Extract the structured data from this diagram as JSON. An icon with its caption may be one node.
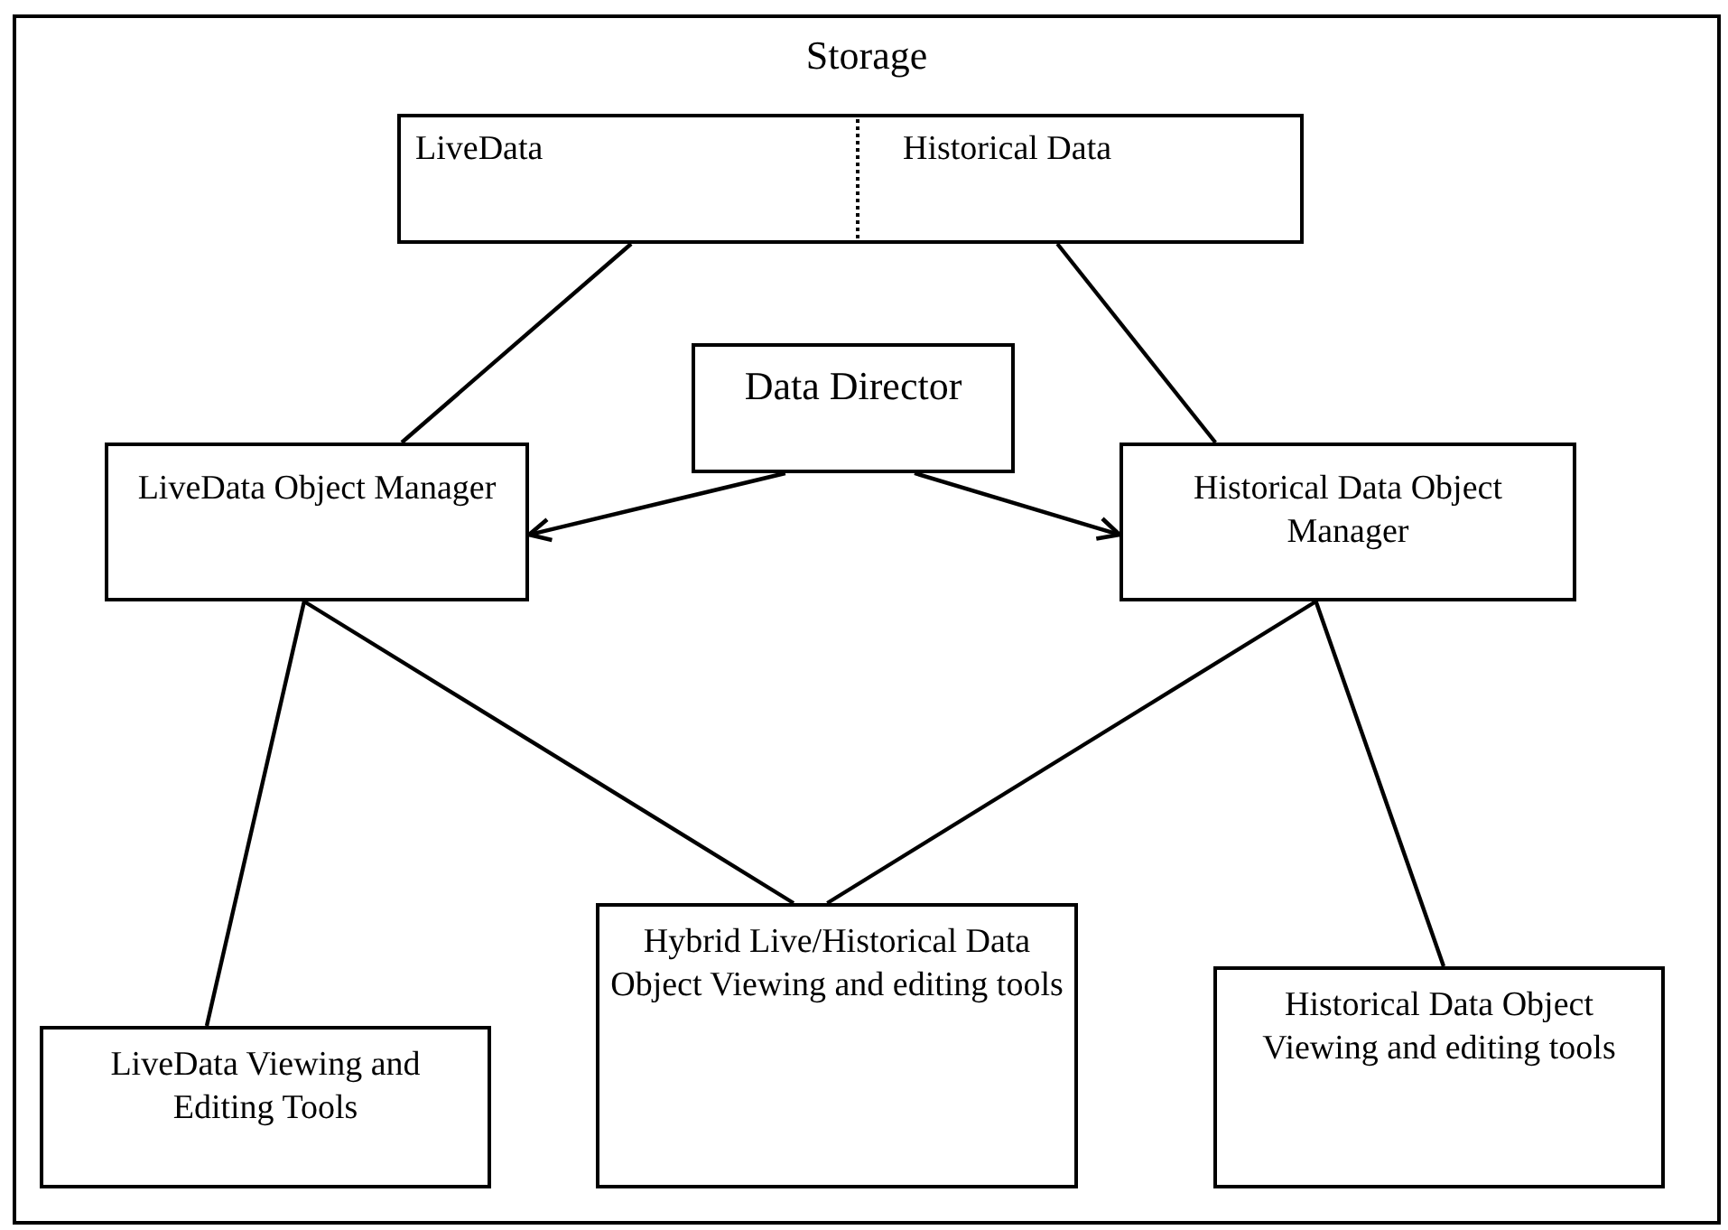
{
  "diagram": {
    "title": "Storage",
    "nodes": [
      {
        "text": [
          "LiveData"
        ]
      },
      {
        "text": [
          "Historical Data"
        ]
      },
      {
        "text": [
          "Data Director"
        ]
      },
      {
        "text": [
          "LiveData Object Manager"
        ]
      },
      {
        "text": [
          "Historical Data Object Manager"
        ]
      },
      {
        "text": [
          "LiveData Viewing and Editing Tools"
        ]
      },
      {
        "text": [
          "Hybrid Live/Historical Data Object Viewing and editing tools"
        ]
      },
      {
        "text": [
          "Historical Data Object Viewing and editing tools"
        ]
      }
    ],
    "edges": [
      {
        "from": 0,
        "to": 3,
        "arrow": "none"
      },
      {
        "from": 1,
        "to": 4,
        "arrow": "none"
      },
      {
        "from": 2,
        "to": 3,
        "arrow": "to"
      },
      {
        "from": 2,
        "to": 4,
        "arrow": "to"
      },
      {
        "from": 3,
        "to": 5,
        "arrow": "none"
      },
      {
        "from": 3,
        "to": 6,
        "arrow": "none"
      },
      {
        "from": 4,
        "to": 6,
        "arrow": "none"
      },
      {
        "from": 4,
        "to": 7,
        "arrow": "none"
      }
    ]
  }
}
